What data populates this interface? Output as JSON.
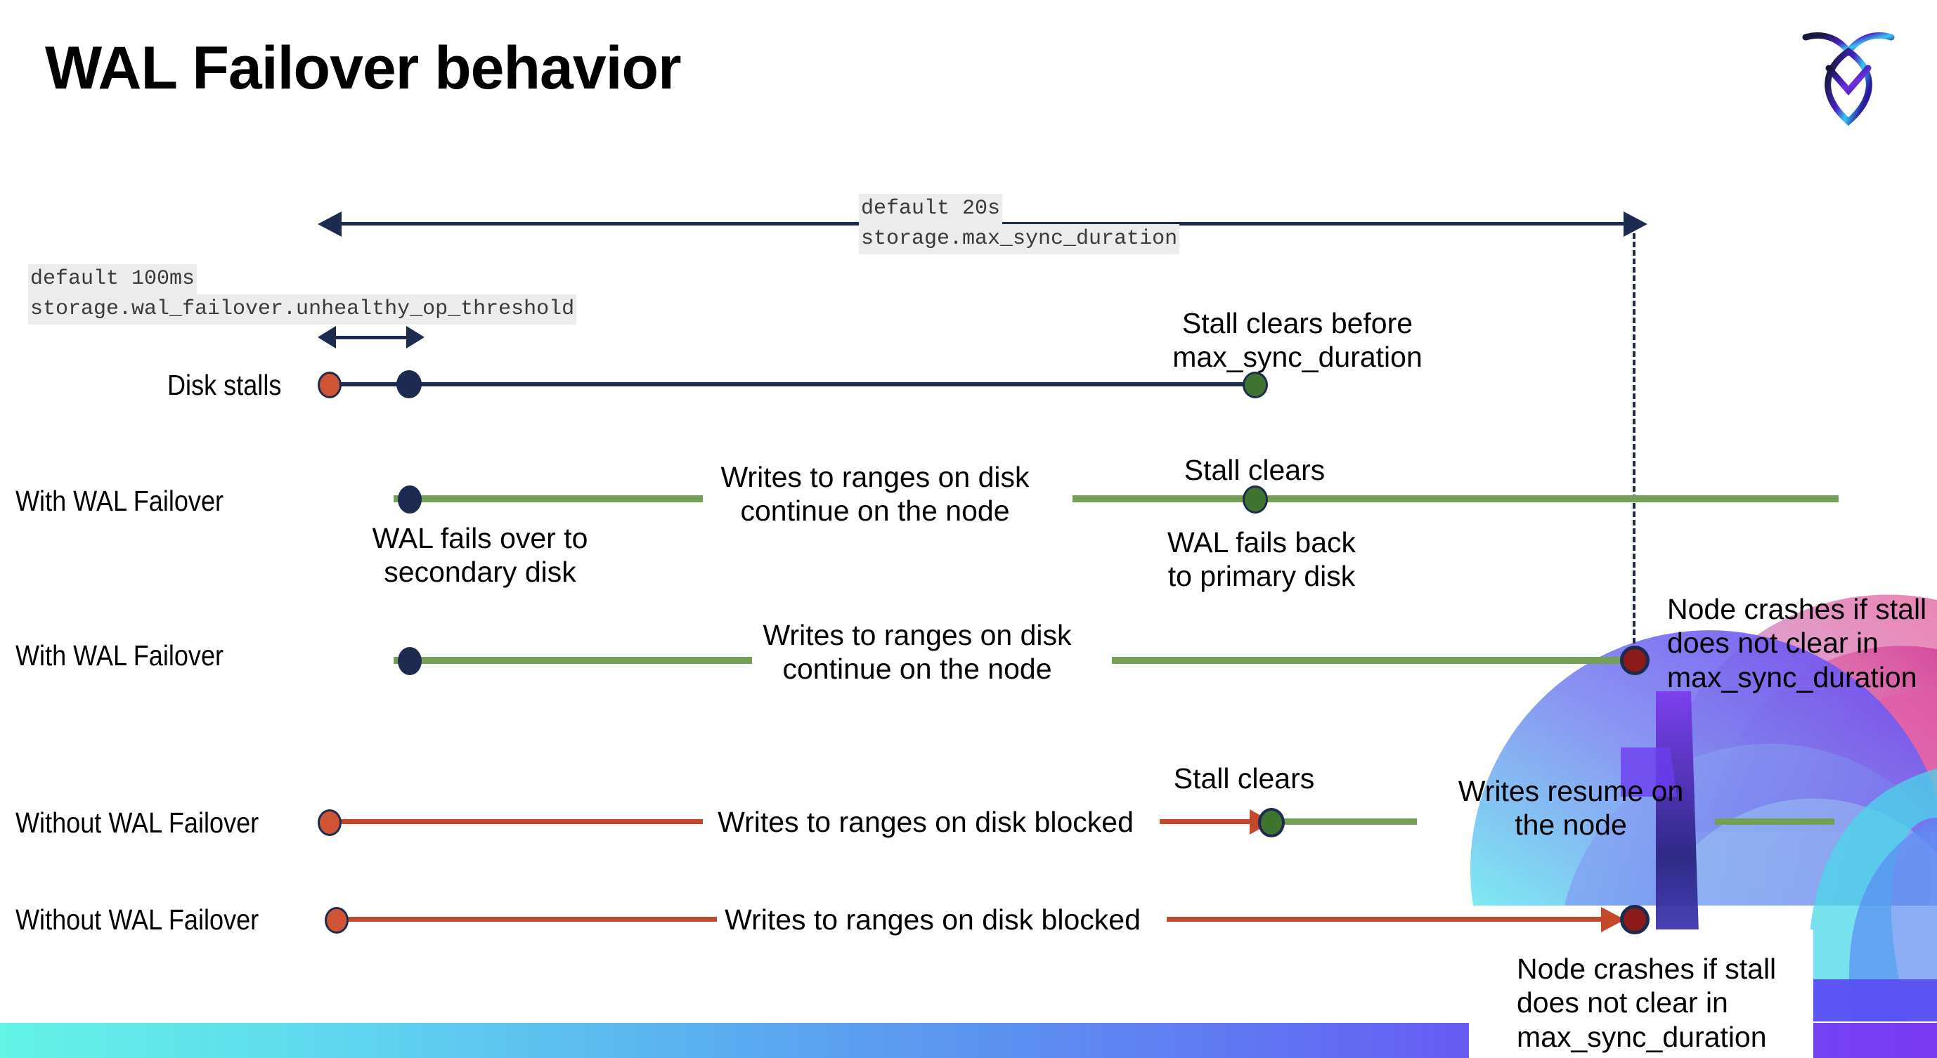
{
  "slide": {
    "title": "WAL Failover behavior",
    "logo_name": "cockroachdb-logo"
  },
  "colors": {
    "navy": "#1d2b50",
    "green_line": "#74a053",
    "green_dot": "#3f7330",
    "red_line": "#c4492a",
    "orange_dot": "#cf5434",
    "dark_red_dot": "#8c1a1a",
    "code_bg": "#ececec",
    "text": "#000000"
  },
  "annotations": {
    "max_sync_duration": {
      "default": "default 20s",
      "setting": "storage.max_sync_duration"
    },
    "unhealthy_op_threshold": {
      "default": "default 100ms",
      "setting": "storage.wal_failover.unhealthy_op_threshold"
    }
  },
  "rows": [
    {
      "id": "disk-stalls",
      "label": "Disk stalls",
      "notes": [
        "Stall clears before\nmax_sync_duration"
      ]
    },
    {
      "id": "with-wal-failover-clears",
      "label": "With WAL Failover",
      "notes": [
        "WAL fails over to\nsecondary disk",
        "Writes to ranges on disk\ncontinue on the node",
        "Stall clears",
        "WAL fails  back\nto primary disk"
      ]
    },
    {
      "id": "with-wal-failover-crash",
      "label": "With WAL Failover",
      "notes": [
        "Writes to ranges on disk\ncontinue on the node",
        "Node crashes if stall\ndoes not clear in\nmax_sync_duration"
      ]
    },
    {
      "id": "without-wal-failover-clears",
      "label": "Without WAL Failover",
      "notes": [
        "Writes to ranges on disk  blocked",
        "Stall clears",
        "Writes resume on\nthe node"
      ]
    },
    {
      "id": "without-wal-failover-crash",
      "label": "Without WAL Failover",
      "notes": [
        "Writes to ranges on disk  blocked",
        "Node crashes if stall\ndoes not clear in\nmax_sync_duration"
      ]
    }
  ]
}
